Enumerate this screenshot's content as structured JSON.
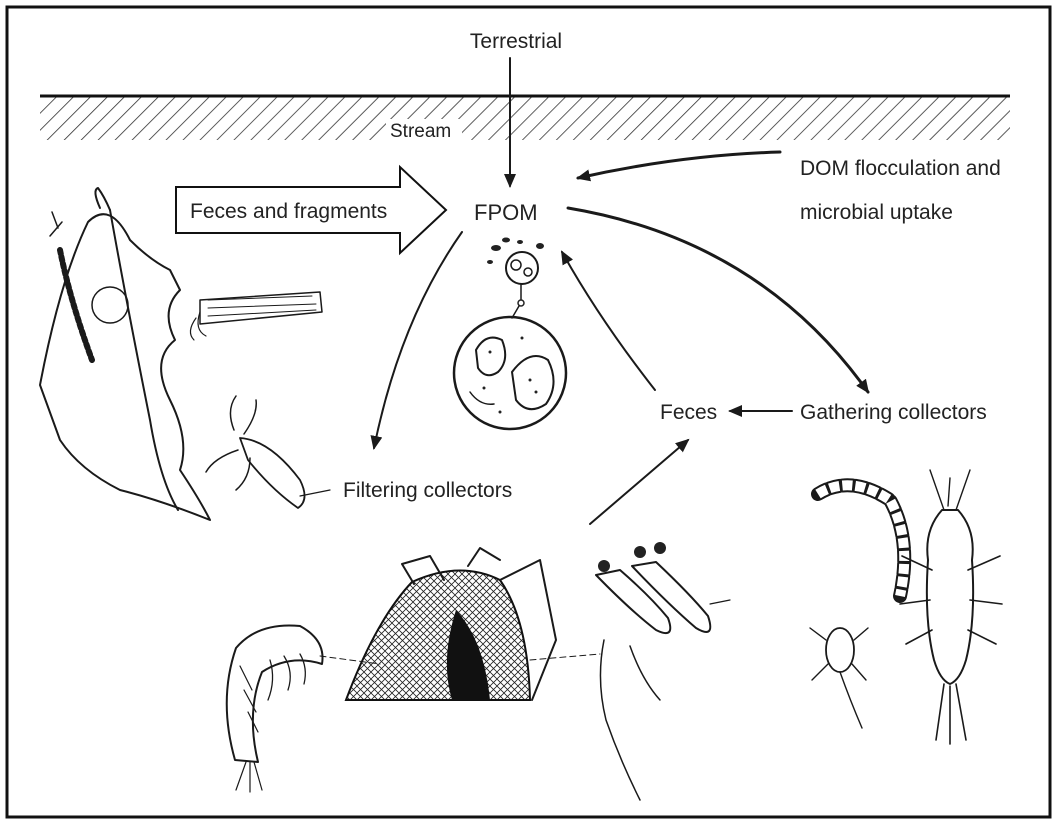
{
  "labels": {
    "terrestrial": "Terrestrial",
    "stream": "Stream",
    "fpom": "FPOM",
    "feces_and_fragments": "Feces and fragments",
    "dom_line1": "DOM flocculation and",
    "dom_line2": "microbial uptake",
    "feces": "Feces",
    "gathering_collectors": "Gathering collectors",
    "filtering_collectors": "Filtering collectors"
  }
}
